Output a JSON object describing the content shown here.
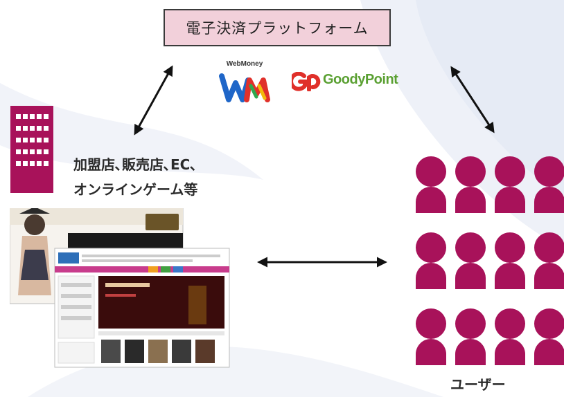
{
  "platform": {
    "label": "電子決済プラットフォーム"
  },
  "logos": {
    "webmoney": "WebMoney",
    "goodypoint": "GoodyPoint",
    "goodypoint_mark": "GP"
  },
  "merchant": {
    "line1": "加盟店､販売店､EC､",
    "line2": "オンラインゲーム等"
  },
  "users": {
    "label": "ユーザー"
  },
  "colors": {
    "accent": "#a8125a",
    "platform_fill": "#f2d0da",
    "goodypoint_green": "#5aa032"
  }
}
